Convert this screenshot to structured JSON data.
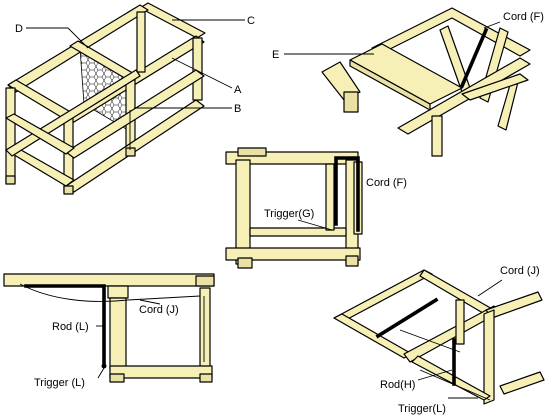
{
  "labels": {
    "c": "C",
    "d": "D",
    "a": "A",
    "b": "B",
    "e": "E",
    "cord_f_top": "Cord (F)",
    "cord_f_mid": "Cord (F)",
    "trigger_g": "Trigger(G)",
    "cord_j_left": "Cord (J)",
    "rod_l": "Rod (L)",
    "trigger_l_left": "Trigger (L)",
    "cord_j_right": "Cord (J)",
    "rod_h": "Rod(H)",
    "trigger_l_right": "Trigger(L)"
  }
}
